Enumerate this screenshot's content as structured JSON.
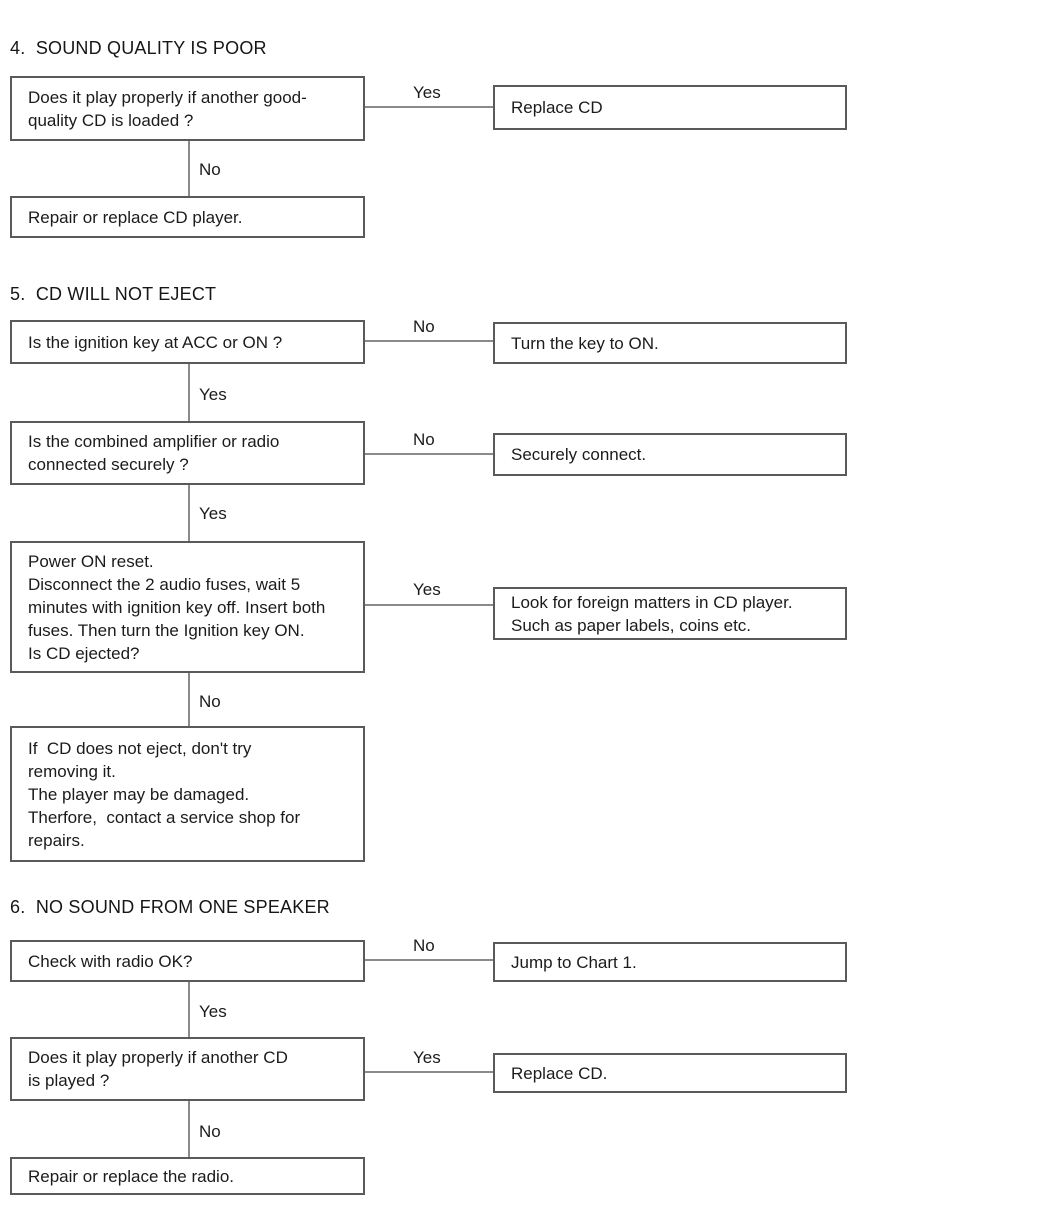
{
  "sections": [
    {
      "number": "4",
      "title": "4.  SOUND QUALITY IS POOR",
      "steps": [
        {
          "question": "Does it play properly if another good-\nquality CD is loaded ?",
          "branch_label": "Yes",
          "branch_result": "Replace CD",
          "continue_label": "No"
        }
      ],
      "final": "Repair or replace CD player."
    },
    {
      "number": "5",
      "title": "5.  CD WILL NOT EJECT",
      "steps": [
        {
          "question": "Is the ignition key at ACC or ON ?",
          "branch_label": "No",
          "branch_result": "Turn the key to ON.",
          "continue_label": "Yes"
        },
        {
          "question": "Is the combined amplifier or radio\nconnected securely ?",
          "branch_label": "No",
          "branch_result": "Securely connect.",
          "continue_label": "Yes"
        },
        {
          "question": "Power ON reset.\nDisconnect the 2 audio fuses, wait 5\nminutes with ignition key off. Insert both\nfuses. Then turn the Ignition key ON.\nIs CD ejected?",
          "branch_label": "Yes",
          "branch_result": "Look for foreign matters in CD player.\nSuch as paper labels, coins etc.",
          "continue_label": "No"
        }
      ],
      "final": "If  CD does not eject, don't try\nremoving it.\nThe player may be damaged.\nTherfore,  contact a service shop for\nrepairs."
    },
    {
      "number": "6",
      "title": "6.  NO SOUND FROM ONE SPEAKER",
      "steps": [
        {
          "question": "Check with radio OK?",
          "branch_label": "No",
          "branch_result": "Jump to Chart 1.",
          "continue_label": "Yes"
        },
        {
          "question": "Does it play properly if another CD\nis played ?",
          "branch_label": "Yes",
          "branch_result": "Replace CD.",
          "continue_label": "No"
        }
      ],
      "final": "Repair or replace the radio."
    }
  ],
  "colors": {
    "background": "#ffffff",
    "box_border": "#5a5a5a",
    "connector": "#8a8a8a",
    "text": "#1b1b1b"
  }
}
